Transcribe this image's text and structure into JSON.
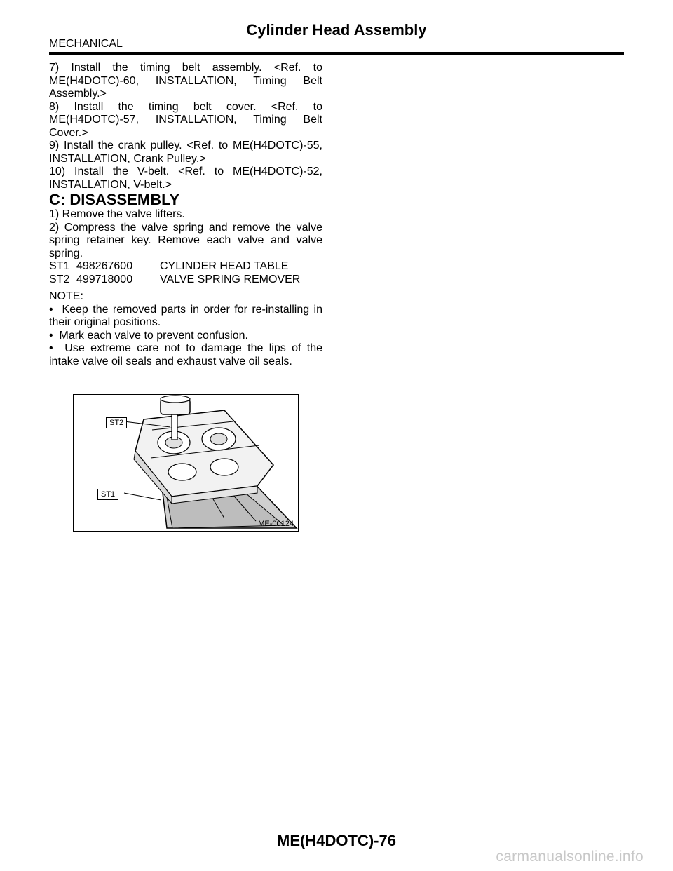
{
  "header": {
    "section": "MECHANICAL",
    "title": "Cylinder Head Assembly"
  },
  "steps_top": [
    "7) Install the timing belt assembly. <Ref. to ME(H4DOTC)-60, INSTALLATION, Timing Belt Assembly.>",
    "8) Install the timing belt cover. <Ref. to ME(H4DOTC)-57, INSTALLATION, Timing Belt Cover.>",
    "9) Install the crank pulley. <Ref. to ME(H4DOTC)-55, INSTALLATION, Crank Pulley.>",
    "10) Install the V-belt. <Ref. to ME(H4DOTC)-52, INSTALLATION, V-belt.>"
  ],
  "section_heading": "C: DISASSEMBLY",
  "steps_disassembly": [
    "1) Remove the valve lifters.",
    "2) Compress the valve spring and remove the valve spring retainer key. Remove each valve and valve spring."
  ],
  "tools": [
    {
      "id": "ST1",
      "part": "498267600",
      "name": "CYLINDER HEAD TABLE"
    },
    {
      "id": "ST2",
      "part": "499718000",
      "name": "VALVE SPRING REMOVER"
    }
  ],
  "note": {
    "label": "NOTE:",
    "bullets": [
      "Keep the removed parts in order for re-installing in their original positions.",
      "Mark each valve to prevent confusion.",
      "Use extreme care not to damage the lips of the intake valve oil seals and exhaust valve oil seals."
    ],
    "bullet_symbol": "•"
  },
  "figure": {
    "label_st2": "ST2",
    "label_st1": "ST1",
    "figure_id": "ME-00124"
  },
  "footer": {
    "page": "ME(H4DOTC)-76"
  },
  "watermark": "carmanualsonline.info"
}
